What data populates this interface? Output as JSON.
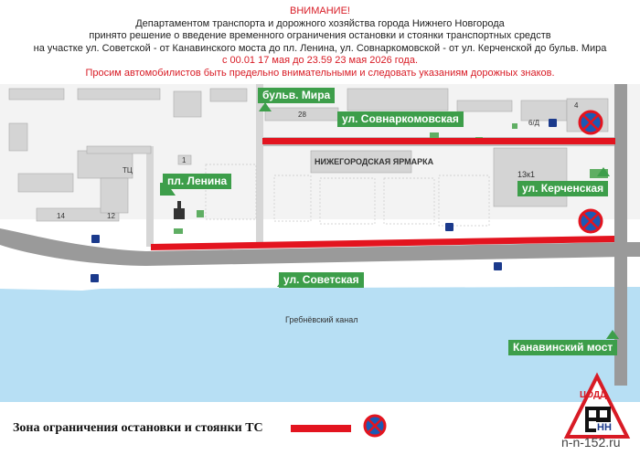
{
  "header": {
    "attention": "ВНИМАНИЕ!",
    "line1": "Департаментом транспорта и дорожного хозяйства города Нижнего Новгорода",
    "line2": "принято решение о введение временного ограничения остановки и стоянки транспортных средств",
    "line3": "на участке ул. Советской - от Канавинского моста до пл. Ленина, ул. Совнаркомовской - от ул. Керченской до бульв. Мира",
    "dates": "с 00.01 17 мая до 23.59 23 мая 2026 года.",
    "appeal": "Просим автомобилистов быть предельно внимательными и следовать указаниям дорожных знаков."
  },
  "map_labels": {
    "bulv_mira": "бульв. Мира",
    "sovnarkomovskaya": "ул. Совнаркомовская",
    "pl_lenina": "пл. Ленина",
    "kerchenskaya": "ул. Керченская",
    "sovetskaya": "ул. Советская",
    "kanavinsky_most": "Канавинский мост",
    "yarmarka": "НИЖЕГОРОДСКАЯ ЯРМАРКА",
    "kanal": "Гребнёвский канал",
    "bld_28": "28",
    "bld_1": "1",
    "bld_tc": "ТЦ",
    "bld_14": "14",
    "bld_12": "12",
    "bld_13k1": "13к1",
    "bld_6d": "6/Д",
    "bld_4": "4"
  },
  "legend": {
    "text": "Зона ограничения остановки и стоянки ТС"
  },
  "logo": {
    "brand": "ЦОДД",
    "city": "НН"
  },
  "watermark": "n-n-152.ru",
  "colors": {
    "restriction_zone": "#e3141f",
    "label_bg": "#3d9e4a",
    "water": "#b7dff4",
    "road": "#9a9a9a"
  }
}
